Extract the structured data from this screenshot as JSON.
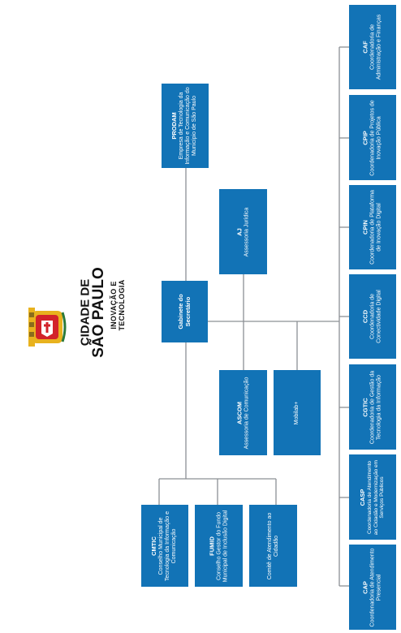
{
  "logo": {
    "line1": "CIDADE DE",
    "line2": "SÃO PAULO",
    "line3": "INOVAÇÃO E",
    "line4": "TECNOLOGIA",
    "icon": "sao-paulo-coat-of-arms-icon",
    "colors": {
      "red": "#d2232a",
      "gold": "#e8b21e",
      "text": "#111111"
    }
  },
  "colors": {
    "box": "#1273b6",
    "line": "#8c9094"
  },
  "nodes": {
    "gabinete": {
      "code": "Gabinete do Secretário",
      "name": ""
    },
    "prodam": {
      "code": "PRODAM",
      "name": "Empresa de Tecnologia da Informação e Comunicação do Município de São Paulo"
    },
    "aj": {
      "code": "AJ",
      "name": "Assessoria Jurídica"
    },
    "ascom": {
      "code": "ASCOM",
      "name": "Assessoria de Comunicação"
    },
    "mobilab": {
      "code": "",
      "name": "Mobilab+"
    },
    "cmtic": {
      "code": "CMTIC",
      "name": "Conselho Municipal de Tecnologia da Informação e Comunicação"
    },
    "fumid": {
      "code": "FUMID",
      "name": "Conselho Gestor do Fundo Municipal de Inclusão Digital"
    },
    "comite": {
      "code": "",
      "name": "Comitê de Atendimento ao Cidadão"
    },
    "caf": {
      "code": "CAF",
      "name": "Coordenadoria de Administração e Finanças"
    },
    "cpip": {
      "code": "CPIP",
      "name": "Coordenadoria de Projetos de Inovação Pública"
    },
    "cpin": {
      "code": "CPIN",
      "name": "Coordenadoria de Plataforma de Inovação Digital"
    },
    "ccd": {
      "code": "CCD",
      "name": "Coordenadoria de Conectividade Digital"
    },
    "cgtic": {
      "code": "CGTIC",
      "name": "Coordenadoria de Gestão da Tecnologia da Informação"
    },
    "casp": {
      "code": "CASP",
      "name": "Coordenadoria de Atendimento ao Cidadão e Modernização em Serviços Públicos"
    },
    "cap": {
      "code": "CAP",
      "name": "Coordenadoria de Atendimento Presencial"
    }
  }
}
